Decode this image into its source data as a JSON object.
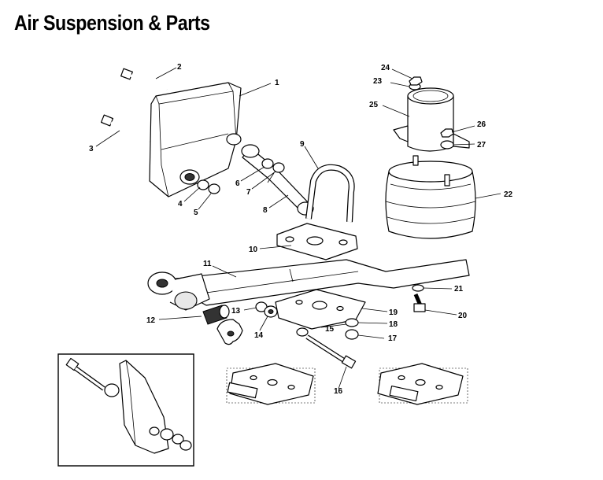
{
  "title": "Air Suspension & Parts",
  "labels": [
    "1",
    "2",
    "3",
    "4",
    "5",
    "6",
    "7",
    "8",
    "9",
    "10",
    "11",
    "12",
    "13",
    "14",
    "15",
    "16",
    "17",
    "18",
    "19",
    "20",
    "21",
    "22",
    "23",
    "24",
    "25",
    "26",
    "27"
  ]
}
